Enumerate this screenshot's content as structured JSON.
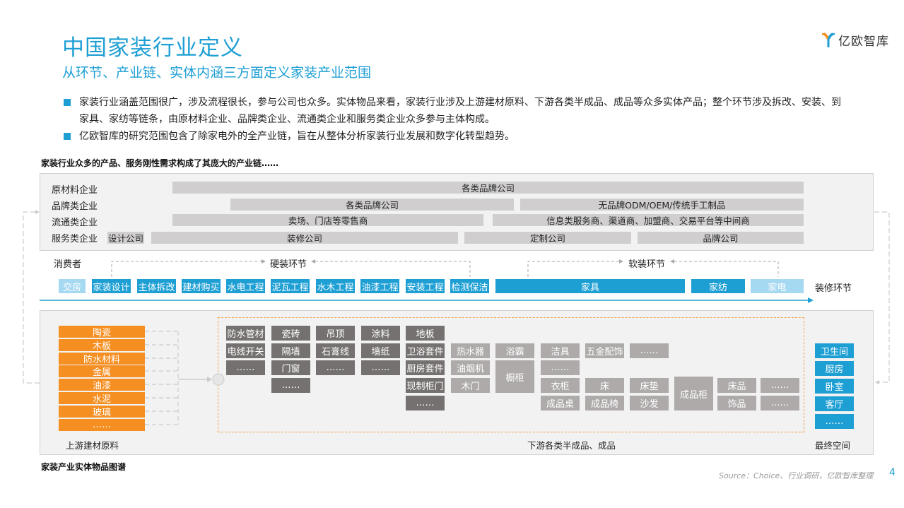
{
  "header": {
    "title": "中国家装行业定义",
    "subtitle": "从环节、产业链、实体内涵三方面定义家装产业范围",
    "logo_text": "亿欧智库",
    "logo_colors": {
      "orange": "#f58f22",
      "blue": "#1e9fd4"
    }
  },
  "bullets": [
    "家装行业涵盖范围很广，涉及流程很长，参与公司也众多。实体物品来看，家装行业涉及上游建材原料、下游各类半成品、成品等众多实体产品；整个环节涉及拆改、安装、到家具、家纺等链条，由原材料企业、品牌类企业、流通类企业和服务类企业众多参与主体构成。",
    "亿欧智库的研究范围包含了除家电外的全产业链，旨在从整体分析家装行业发展和数字化转型趋势。"
  ],
  "chain_caption": "家装行业众多的产品、服务刚性需求构成了其庞大的产业链……",
  "enterprises": {
    "rows": [
      {
        "label": "原材料企业",
        "bars": [
          "各类品牌公司"
        ]
      },
      {
        "label": "品牌类企业",
        "bars": [
          "各类品牌公司",
          "无品牌ODM/OEM/传统手工制品"
        ]
      },
      {
        "label": "流通类企业",
        "bars": [
          "卖场、门店等零售商",
          "信息类服务商、渠道商、加盟商、交易平台等中间商"
        ]
      },
      {
        "label": "服务类企业",
        "bars": [
          "设计公司",
          "装修公司",
          "定制公司",
          "品牌公司"
        ]
      }
    ]
  },
  "stages": {
    "consumer_label": "消费者",
    "hard_label": "硬装环节",
    "soft_label": "软装环节",
    "flow_label": "装修环节",
    "items": [
      "交房",
      "家装设计",
      "主体拆改",
      "建材购买",
      "水电工程",
      "泥瓦工程",
      "水木工程",
      "油漆工程",
      "安装工程",
      "检测保洁",
      "家具",
      "家纺",
      "家电"
    ],
    "colors": {
      "active": "#1e9fd4",
      "inactive": "#a5d8f1"
    }
  },
  "materials": {
    "upstream_label": "上游建材原料",
    "upstream_items": [
      "陶瓷",
      "木板",
      "防水材料",
      "金属",
      "油漆",
      "水泥",
      "玻璃",
      "……"
    ],
    "downstream_label": "下游各类半成品、成品",
    "downstream": {
      "col1": [
        "防水管材",
        "电线开关",
        "……"
      ],
      "col2": [
        "瓷砖",
        "隔墙",
        "门窗",
        "……"
      ],
      "col3": [
        "吊顶",
        "石膏线",
        "……"
      ],
      "col4": [
        "涂料",
        "墙纸",
        "……"
      ],
      "col5": [
        "地板",
        "卫浴套件",
        "厨房套件",
        "现制柜门",
        "……"
      ],
      "col6": [
        "热水器",
        "油烟机",
        "木门"
      ],
      "col7": [
        "浴霸",
        "橱柜"
      ],
      "col8": [
        "洁具",
        "……",
        "衣柜",
        "成品桌"
      ],
      "col9": [
        "五金配饰",
        "床",
        "成品椅"
      ],
      "col10": [
        "……",
        "床垫",
        "沙发"
      ],
      "col11": [
        "成品柜"
      ],
      "col12": [
        "床品",
        "饰品"
      ],
      "col13": [
        "……",
        "……"
      ]
    },
    "final_label": "最终空间",
    "final_spaces": [
      "卫生间",
      "厨房",
      "卧室",
      "客厅",
      "……"
    ]
  },
  "footer": {
    "caption": "家装产业实体物品图谱",
    "source": "Source：Choice、行业调研，亿欧智库整理",
    "page": "4"
  }
}
